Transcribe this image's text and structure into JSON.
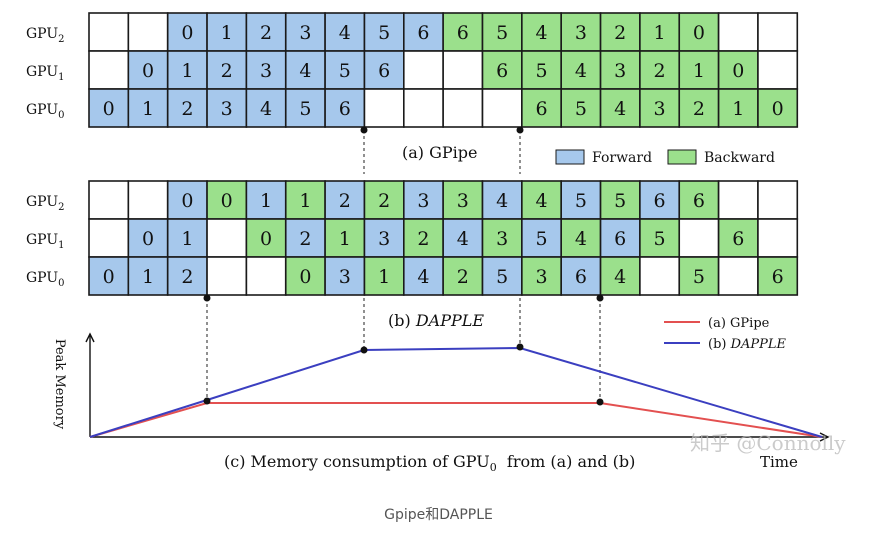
{
  "colors": {
    "forward": "#a6c8ec",
    "backward": "#9be08c",
    "empty": "#ffffff",
    "grid": "#1a1a1a",
    "gpipe_line": "#e35050",
    "dapple_line": "#3b3fc0"
  },
  "panel_a": {
    "caption": "(a) GPipe",
    "rows": [
      {
        "label_base": "GPU",
        "label_sub": "2",
        "cells": [
          "",
          "",
          {
            "t": "F",
            "v": "0"
          },
          {
            "t": "F",
            "v": "1"
          },
          {
            "t": "F",
            "v": "2"
          },
          {
            "t": "F",
            "v": "3"
          },
          {
            "t": "F",
            "v": "4"
          },
          {
            "t": "F",
            "v": "5"
          },
          {
            "t": "F",
            "v": "6"
          },
          {
            "t": "B",
            "v": "6"
          },
          {
            "t": "B",
            "v": "5"
          },
          {
            "t": "B",
            "v": "4"
          },
          {
            "t": "B",
            "v": "3"
          },
          {
            "t": "B",
            "v": "2"
          },
          {
            "t": "B",
            "v": "1"
          },
          {
            "t": "B",
            "v": "0"
          },
          "",
          ""
        ]
      },
      {
        "label_base": "GPU",
        "label_sub": "1",
        "cells": [
          "",
          {
            "t": "F",
            "v": "0"
          },
          {
            "t": "F",
            "v": "1"
          },
          {
            "t": "F",
            "v": "2"
          },
          {
            "t": "F",
            "v": "3"
          },
          {
            "t": "F",
            "v": "4"
          },
          {
            "t": "F",
            "v": "5"
          },
          {
            "t": "F",
            "v": "6"
          },
          "",
          "",
          {
            "t": "B",
            "v": "6"
          },
          {
            "t": "B",
            "v": "5"
          },
          {
            "t": "B",
            "v": "4"
          },
          {
            "t": "B",
            "v": "3"
          },
          {
            "t": "B",
            "v": "2"
          },
          {
            "t": "B",
            "v": "1"
          },
          {
            "t": "B",
            "v": "0"
          },
          ""
        ]
      },
      {
        "label_base": "GPU",
        "label_sub": "0",
        "cells": [
          {
            "t": "F",
            "v": "0"
          },
          {
            "t": "F",
            "v": "1"
          },
          {
            "t": "F",
            "v": "2"
          },
          {
            "t": "F",
            "v": "3"
          },
          {
            "t": "F",
            "v": "4"
          },
          {
            "t": "F",
            "v": "5"
          },
          {
            "t": "F",
            "v": "6"
          },
          "",
          "",
          "",
          "",
          {
            "t": "B",
            "v": "6"
          },
          {
            "t": "B",
            "v": "5"
          },
          {
            "t": "B",
            "v": "4"
          },
          {
            "t": "B",
            "v": "3"
          },
          {
            "t": "B",
            "v": "2"
          },
          {
            "t": "B",
            "v": "1"
          },
          {
            "t": "B",
            "v": "0"
          }
        ]
      }
    ]
  },
  "panel_b": {
    "caption_prefix": "(b) ",
    "caption_name": "DAPPLE",
    "rows": [
      {
        "label_base": "GPU",
        "label_sub": "2",
        "cells": [
          "",
          "",
          {
            "t": "F",
            "v": "0"
          },
          {
            "t": "B",
            "v": "0"
          },
          {
            "t": "F",
            "v": "1"
          },
          {
            "t": "B",
            "v": "1"
          },
          {
            "t": "F",
            "v": "2"
          },
          {
            "t": "B",
            "v": "2"
          },
          {
            "t": "F",
            "v": "3"
          },
          {
            "t": "B",
            "v": "3"
          },
          {
            "t": "F",
            "v": "4"
          },
          {
            "t": "B",
            "v": "4"
          },
          {
            "t": "F",
            "v": "5"
          },
          {
            "t": "B",
            "v": "5"
          },
          {
            "t": "F",
            "v": "6"
          },
          {
            "t": "B",
            "v": "6"
          },
          "",
          ""
        ]
      },
      {
        "label_base": "GPU",
        "label_sub": "1",
        "cells": [
          "",
          {
            "t": "F",
            "v": "0"
          },
          {
            "t": "F",
            "v": "1"
          },
          "",
          {
            "t": "B",
            "v": "0"
          },
          {
            "t": "F",
            "v": "2"
          },
          {
            "t": "B",
            "v": "1"
          },
          {
            "t": "F",
            "v": "3"
          },
          {
            "t": "B",
            "v": "2"
          },
          {
            "t": "F",
            "v": "4"
          },
          {
            "t": "B",
            "v": "3"
          },
          {
            "t": "F",
            "v": "5"
          },
          {
            "t": "B",
            "v": "4"
          },
          {
            "t": "F",
            "v": "6"
          },
          {
            "t": "B",
            "v": "5"
          },
          "",
          {
            "t": "B",
            "v": "6"
          },
          ""
        ]
      },
      {
        "label_base": "GPU",
        "label_sub": "0",
        "cells": [
          {
            "t": "F",
            "v": "0"
          },
          {
            "t": "F",
            "v": "1"
          },
          {
            "t": "F",
            "v": "2"
          },
          "",
          "",
          {
            "t": "B",
            "v": "0"
          },
          {
            "t": "F",
            "v": "3"
          },
          {
            "t": "B",
            "v": "1"
          },
          {
            "t": "F",
            "v": "4"
          },
          {
            "t": "B",
            "v": "2"
          },
          {
            "t": "F",
            "v": "5"
          },
          {
            "t": "B",
            "v": "3"
          },
          {
            "t": "F",
            "v": "6"
          },
          {
            "t": "B",
            "v": "4"
          },
          "",
          {
            "t": "B",
            "v": "5"
          },
          "",
          {
            "t": "B",
            "v": "6"
          }
        ]
      }
    ]
  },
  "legend_ab": {
    "forward_label": "Forward",
    "backward_label": "Backward"
  },
  "panel_c": {
    "ylabel": "Peak Memory",
    "xlabel": "Time",
    "caption_pre": "(c) Memory consumption of GPU",
    "caption_sub": "0",
    "caption_post": "  from (a) and (b)",
    "legend_gpipe": "(a) GPipe",
    "legend_dapple_prefix": "(b) ",
    "legend_dapple_name": "DAPPLE"
  },
  "watermark": "知乎 @Connolly",
  "figure_caption": "Gpipe和DAPPLE"
}
